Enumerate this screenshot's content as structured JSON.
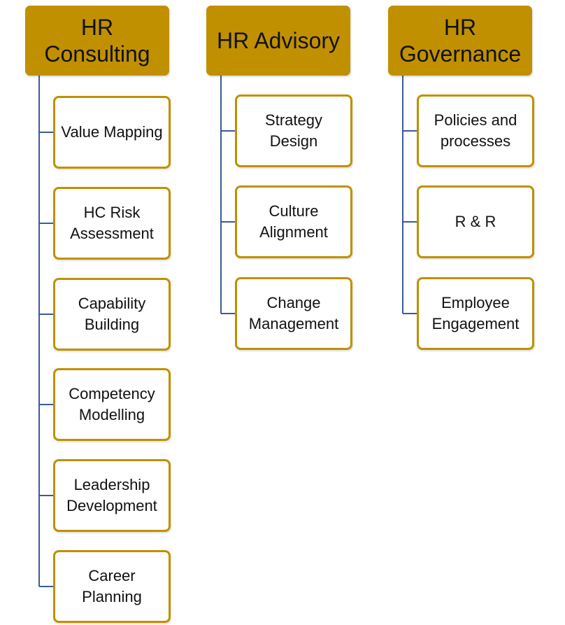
{
  "groups": [
    {
      "title": "HR Consulting",
      "items": [
        "Value Mapping",
        "HC Risk Assessment",
        "Capability Building",
        "Competency Modelling",
        "Leadership Development",
        "Career Planning"
      ]
    },
    {
      "title": "HR Advisory",
      "items": [
        "Strategy Design",
        "Culture Alignment",
        "Change Management"
      ]
    },
    {
      "title": "HR Governance",
      "items": [
        "Policies and processes",
        "R & R",
        "Employee Engagement"
      ]
    }
  ],
  "colors": {
    "header_fill": "#c09000",
    "box_border": "#c09000",
    "connector": "#3a5a9a"
  }
}
